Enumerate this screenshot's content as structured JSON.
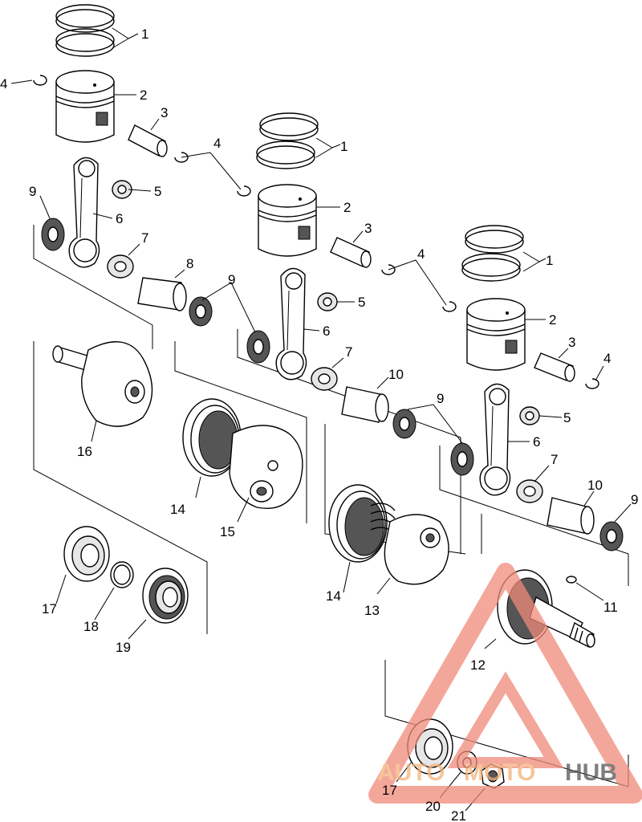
{
  "callouts": {
    "c1a": "1",
    "c1b": "1",
    "c1c": "1",
    "c2a": "2",
    "c2b": "2",
    "c2c": "2",
    "c3a": "3",
    "c3b": "3",
    "c3c": "3",
    "c4a": "4",
    "c4b": "4",
    "c4c": "4",
    "c4d": "4",
    "c5a": "5",
    "c5b": "5",
    "c5c": "5",
    "c6a": "6",
    "c6b": "6",
    "c6c": "6",
    "c7a": "7",
    "c7b": "7",
    "c7c": "7",
    "c8": "8",
    "c9a": "9",
    "c9b": "9",
    "c9c": "9",
    "c9d": "9",
    "c10a": "10",
    "c10b": "10",
    "c11": "11",
    "c12": "12",
    "c13": "13",
    "c14a": "14",
    "c14b": "14",
    "c15": "15",
    "c16": "16",
    "c17a": "17",
    "c17b": "17",
    "c18": "18",
    "c19": "19",
    "c20": "20",
    "c21": "21"
  },
  "watermark": {
    "part1": "AUTO",
    "part2": "MOTO",
    "part3": "HUB",
    "color_main": "#f08a7a",
    "color_hub": "#555555"
  }
}
